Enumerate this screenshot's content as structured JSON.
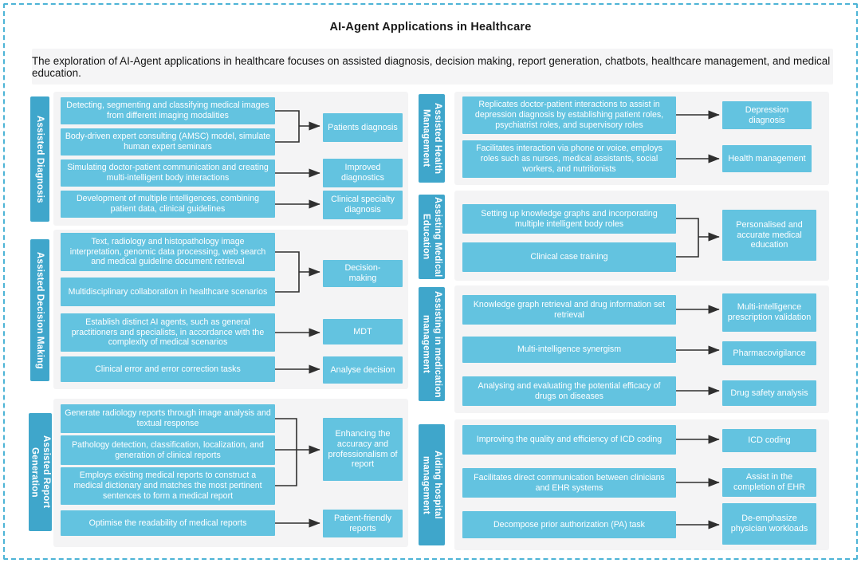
{
  "title": "AI-Agent Applications in Healthcare",
  "subtitle": "The exploration of AI-Agent applications in healthcare focuses on assisted diagnosis, decision making, report generation, chatbots, healthcare management, and medical education.",
  "colors": {
    "box_blue": "#63c3e0",
    "label_blue": "#3fa6cb",
    "panel_gray": "#f4f4f5",
    "border_teal": "#4db4d6",
    "arrow_dark": "#2f2f2f"
  },
  "sections": {
    "assisted_diagnosis": {
      "label": "Assisted Diagnosis",
      "items": [
        "Detecting, segmenting and classifying medical images from different imaging modalities",
        "Body-driven expert consulting (AMSC) model, simulate human expert seminars",
        "Simulating doctor-patient communication and creating multi-intelligent body interactions",
        "Development of multiple intelligences, combining patient data, clinical guidelines"
      ],
      "results": [
        "Patients diagnosis",
        "Improved diagnostics",
        "Clinical specialty diagnosis"
      ]
    },
    "assisted_decision_making": {
      "label": "Assisted Decision Making",
      "items": [
        "Text, radiology and histopathology image interpretation, genomic data processing, web search and medical guideline document retrieval",
        "Multidisciplinary collaboration in healthcare scenarios",
        "Establish distinct AI agents, such as general practitioners and specialists, in accordance with the complexity of medical scenarios",
        "Clinical error and error correction tasks"
      ],
      "results": [
        "Decision-\nmaking",
        "MDT",
        "Analyse decision"
      ]
    },
    "assisted_report_generation": {
      "label": "Assisted Report\nGeneration",
      "items": [
        "Generate radiology reports through image analysis and textual response",
        "Pathology detection, classification, localization, and generation of clinical reports",
        "Employs existing medical reports to construct a medical dictionary and matches the most pertinent sentences to form a medical report",
        "Optimise the readability of medical reports"
      ],
      "results": [
        "Enhancing the accuracy and professionalism of report",
        "Patient-friendly reports"
      ]
    },
    "assisted_health_management": {
      "label": "Assisted Health\nManagement",
      "items": [
        "Replicates doctor-patient interactions to assist in depression diagnosis by establishing patient roles, psychiatrist roles, and supervisory roles",
        "Facilitates interaction via phone or voice, employs roles such as nurses, medical assistants, social workers, and nutritionists"
      ],
      "results": [
        "Depression diagnosis",
        "Health management"
      ]
    },
    "assisting_medical_education": {
      "label": "Assisting Medical\nEducation",
      "items": [
        "Setting up knowledge graphs and incorporating multiple intelligent body roles",
        "Clinical case training"
      ],
      "results": [
        "Personalised and accurate medical education"
      ]
    },
    "assisting_medication_management": {
      "label": "Assisting in medication\nmanagement",
      "items": [
        "Knowledge graph retrieval and drug information set retrieval",
        "Multi-intelligence synergism",
        "Analysing and evaluating the potential efficacy of drugs on diseases"
      ],
      "results": [
        "Multi-intelligence prescription validation",
        "Pharmacovigilance",
        "Drug safety analysis"
      ]
    },
    "aiding_hospital_management": {
      "label": "Aiding hospital\nmanagement",
      "items": [
        "Improving the quality and efficiency of ICD coding",
        "Facilitates direct communication between clinicians and EHR systems",
        "Decompose prior authorization (PA) task"
      ],
      "results": [
        "ICD coding",
        "Assist in the completion of EHR",
        "De-emphasize physician workloads"
      ]
    }
  }
}
